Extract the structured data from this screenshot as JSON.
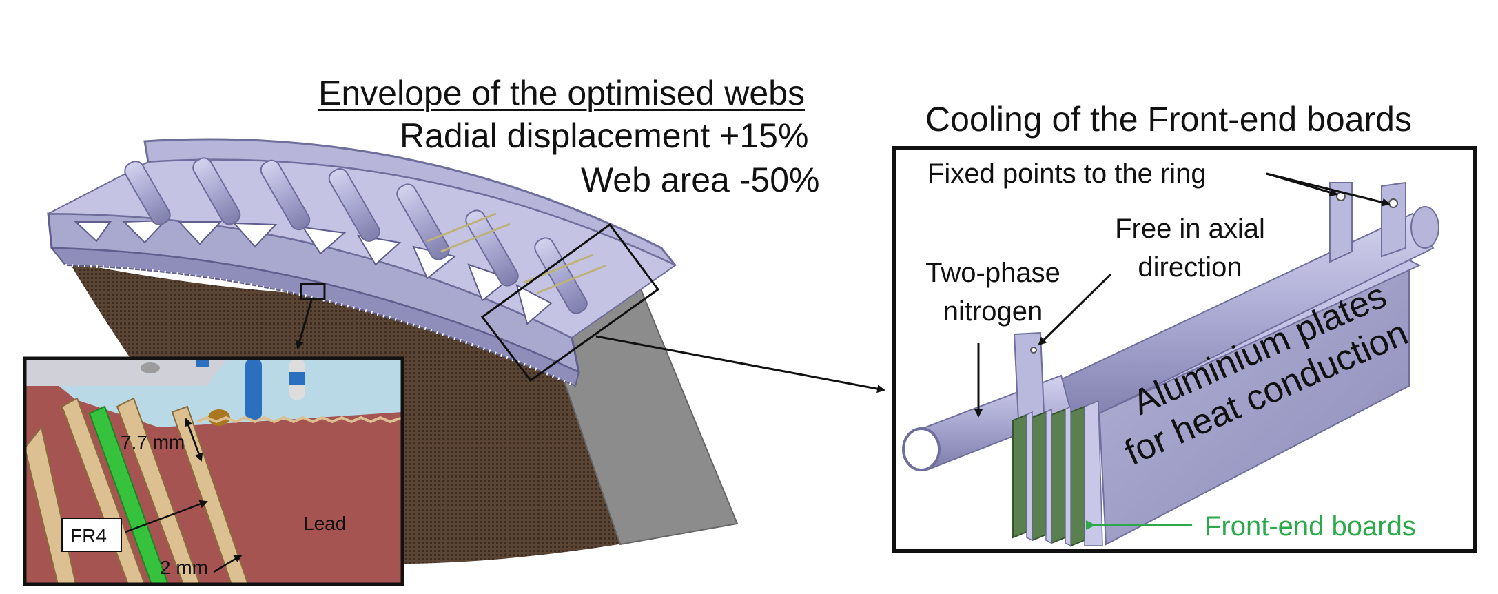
{
  "left_header": {
    "title": "Envelope of the optimised webs",
    "line1": "Radial displacement +15%",
    "line2": "Web area -50%"
  },
  "right_header": {
    "title": "Cooling of the Front-end boards"
  },
  "inset": {
    "dim_spacing": "7.7 mm",
    "dim_plate": "2 mm",
    "label_fr4": "FR4",
    "label_lead": "Lead"
  },
  "cooling_labels": {
    "fixed_points": "Fixed points to the ring",
    "free_axial_1": "Free in axial",
    "free_axial_2": "direction",
    "nitrogen_1": "Two-phase",
    "nitrogen_2": "nitrogen",
    "plates_1": "Aluminium plates",
    "plates_2": "for heat conduction",
    "boards": "Front-end boards"
  },
  "colors": {
    "structure": "#a9a8cf",
    "absorber": "#4e3a2c",
    "lead": "#a65452",
    "fr4_green": "#36c23c",
    "boards_label": "#2ca94a"
  }
}
